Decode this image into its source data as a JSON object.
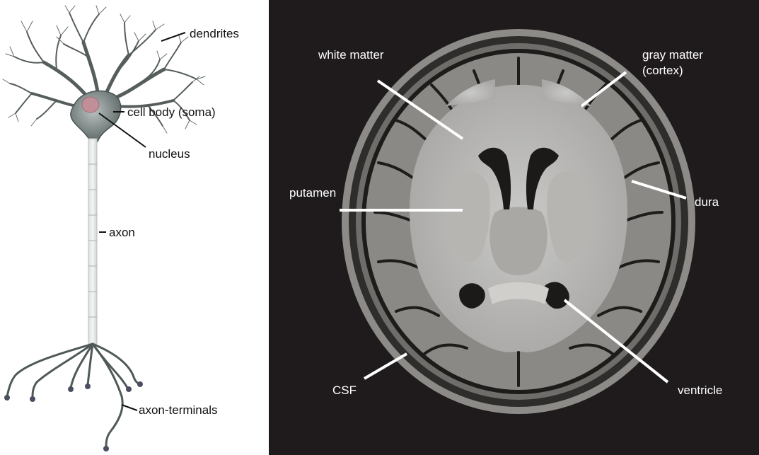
{
  "neuron": {
    "labels": {
      "dendrites": "dendrites",
      "cell_body": "cell body (soma)",
      "nucleus": "nucleus",
      "axon": "axon",
      "axon_terminals": "axon-terminals"
    }
  },
  "mri": {
    "labels": {
      "white_matter": "white matter",
      "gray_matter_line1": "gray matter",
      "gray_matter_line2": "(cortex)",
      "putamen": "putamen",
      "dura": "dura",
      "csf": "CSF",
      "ventricle": "ventricle"
    }
  },
  "colors": {
    "mri_background": "#1f1b1c",
    "neuron_fill": "#7f8a88",
    "nucleus": "#c08f97",
    "label_dark": "#111111",
    "label_light": "#ffffff"
  }
}
